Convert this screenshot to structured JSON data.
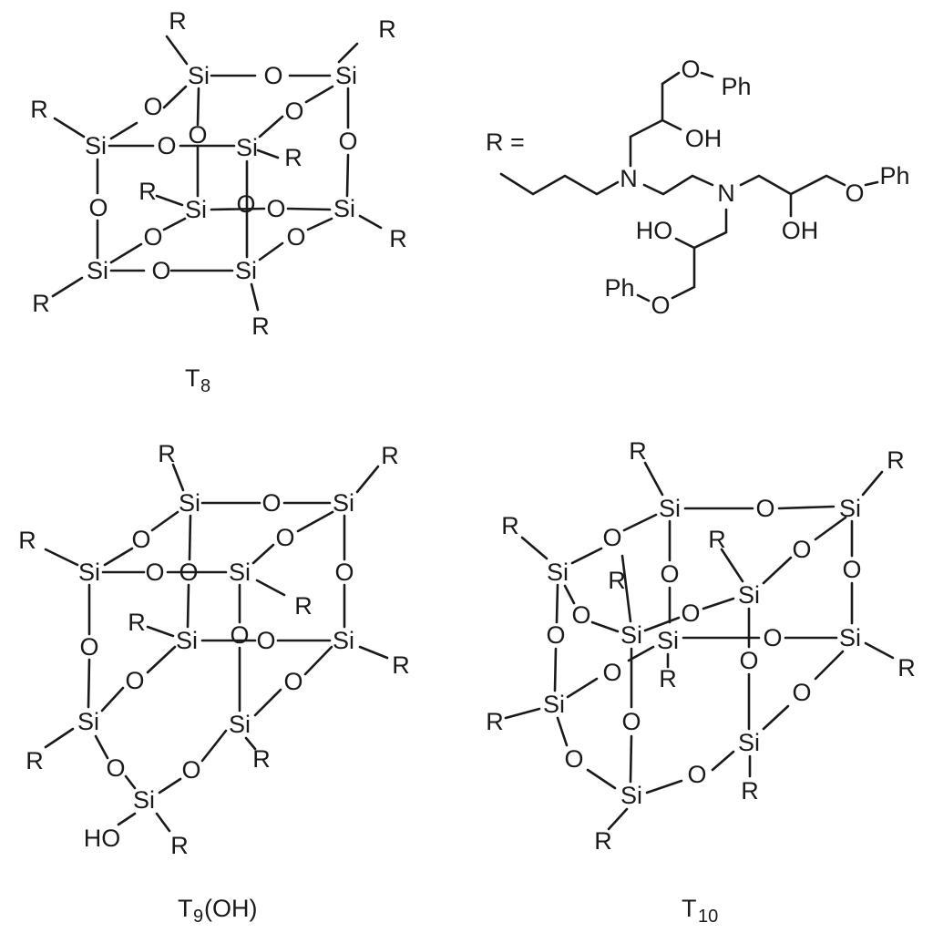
{
  "figure": {
    "structures": [
      {
        "id": "T8",
        "label_main": "T",
        "label_sub": "8",
        "label_suffix": ""
      },
      {
        "id": "T9OH",
        "label_main": "T",
        "label_sub": "9",
        "label_suffix": "(OH)"
      },
      {
        "id": "T10",
        "label_main": "T",
        "label_sub": "10",
        "label_suffix": ""
      }
    ],
    "substituent": {
      "prefix": "R =",
      "groups": {
        "ph": "Ph",
        "o": "O",
        "oh": "OH",
        "ho": "HO",
        "n": "N"
      }
    },
    "atoms": {
      "si": "Si",
      "o": "O",
      "r": "R",
      "ho": "HO"
    },
    "colors": {
      "ink": "#1a1a1a",
      "background": "#ffffff"
    }
  }
}
